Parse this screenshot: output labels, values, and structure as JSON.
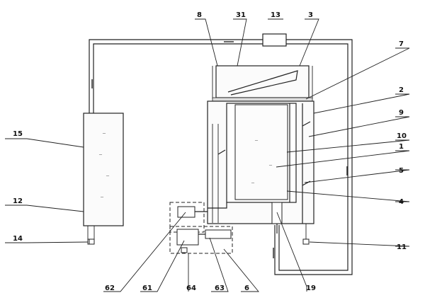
{
  "diagram": {
    "labels": {
      "l1": "1",
      "l2": "2",
      "l3": "3",
      "l4": "4",
      "l5": "5",
      "l6": "6",
      "l7": "7",
      "l8": "8",
      "l9": "9",
      "l10": "10",
      "l11": "11",
      "l12": "12",
      "l13": "13",
      "l14": "14",
      "l15": "15",
      "l19": "19",
      "l31": "31",
      "l61": "61",
      "l62": "62",
      "l63": "63",
      "l64": "64"
    }
  }
}
